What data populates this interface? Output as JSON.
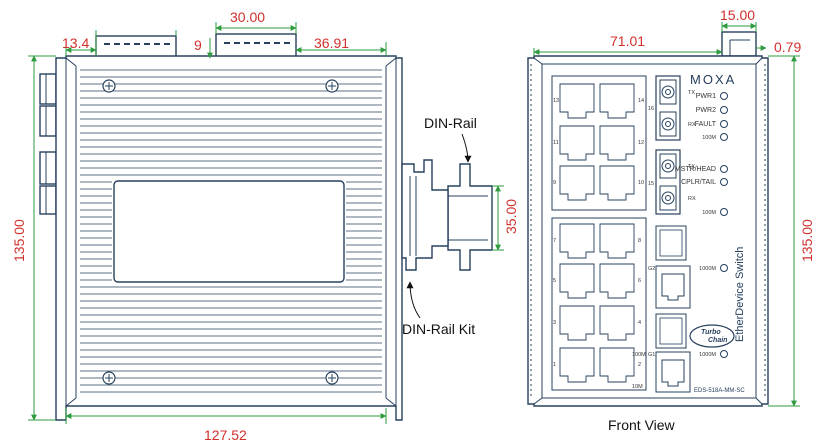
{
  "dimensions": {
    "top_left": "13.4",
    "top_gap": "9",
    "top_connector": "30.00",
    "top_right": "36.91",
    "height_left": "135.00",
    "width_bottom": "127.52",
    "din_height": "35.00",
    "front_width": "71.01",
    "front_tab": "15.00",
    "front_tab_offset": "0.79",
    "front_height": "135.00"
  },
  "labels": {
    "din_rail": "DIN-Rail",
    "din_rail_kit": "DIN-Rail Kit",
    "front_view": "Front View"
  },
  "front_panel": {
    "brand": "MOXA",
    "product": "EtherDevice Switch",
    "model": "EDS-518A-MM-SC",
    "logo_line1": "Turbo",
    "logo_line2": "Chain",
    "leds": [
      "PWR1",
      "PWR2",
      "FAULT",
      "100M",
      "MSTR/HEAD",
      "CPLR/TAIL",
      "100M",
      "1000M",
      "1000M"
    ],
    "fiber_tx": "TX",
    "fiber_rx": "RX",
    "port_16": "16",
    "port_15": "15",
    "port_g2": "G2",
    "port_g1": "G1",
    "speed_100m": "100M",
    "speed_10m": "10M",
    "rj45_numbers": [
      "13",
      "14",
      "11",
      "12",
      "9",
      "10",
      "7",
      "8",
      "5",
      "6",
      "3",
      "4",
      "1",
      "2"
    ]
  }
}
